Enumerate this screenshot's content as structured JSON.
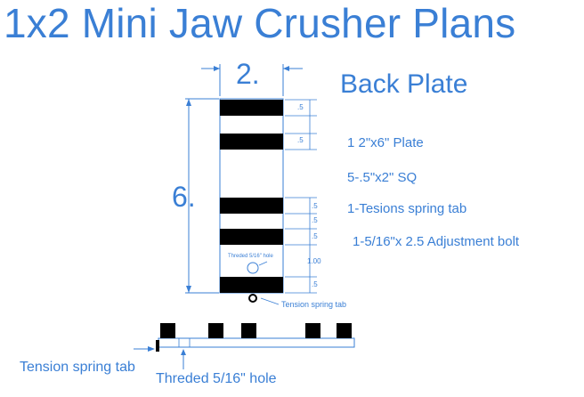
{
  "title": "1x2 Mini Jaw Crusher Plans",
  "subtitle": "Back Plate",
  "specs": [
    "1 2\"x6\" Plate",
    "5-.5\"x2\" SQ",
    "1-Tesions spring tab",
    "1-5/16\"x 2.5 Adjustment bolt"
  ],
  "dimensions": {
    "width": "2.",
    "height": "6.",
    "spacings": [
      ".5",
      ".5",
      ".5",
      ".5",
      ".5",
      "1.00",
      ".5"
    ]
  },
  "labels": {
    "tension_tab_top": "Tension spring tab",
    "tension_tab_bottom": "Tension spring tab",
    "hole_bottom": "Threded 5/16\" hole",
    "hole_plate": "Threded 5/16\" hole"
  },
  "colors": {
    "line": "#3a7fd5",
    "bar": "#000000"
  }
}
